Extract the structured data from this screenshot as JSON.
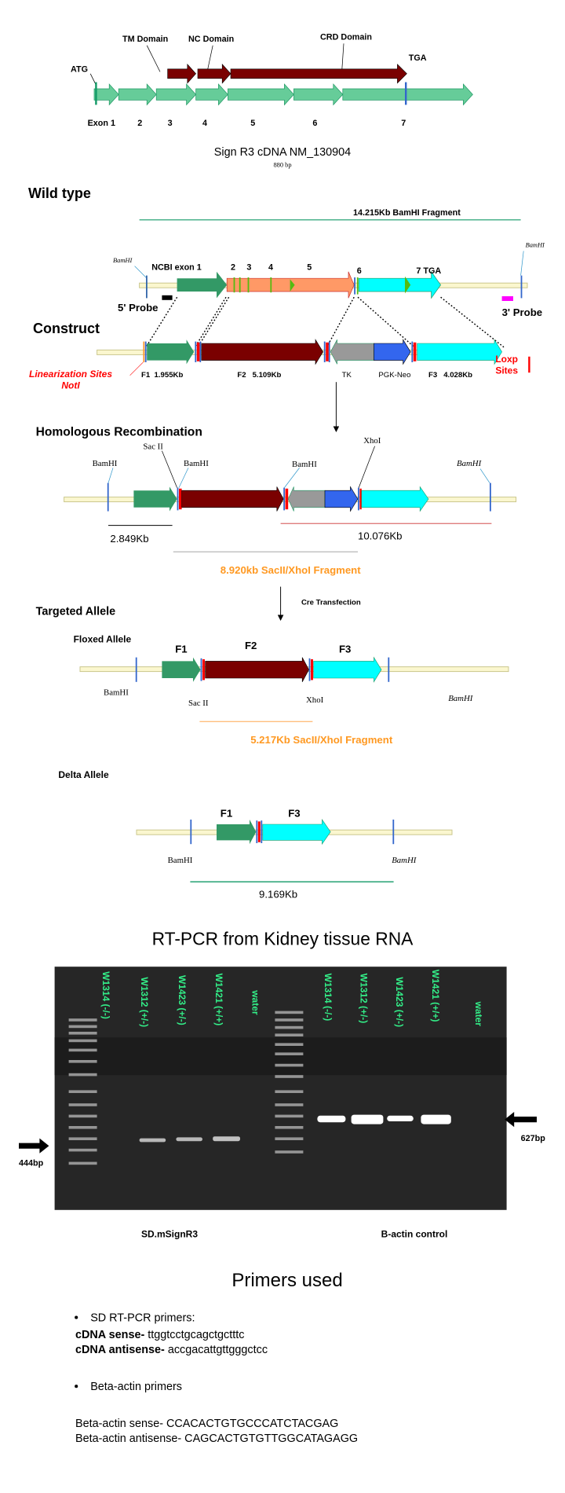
{
  "cdna": {
    "domains": [
      "TM Domain",
      "NC Domain",
      "CRD Domain"
    ],
    "atg": "ATG",
    "tga": "TGA",
    "exons": [
      "Exon 1",
      "2",
      "3",
      "4",
      "5",
      "6",
      "7"
    ],
    "title": "Sign R3 cDNA NM_130904",
    "length": "880 bp"
  },
  "wild_type": {
    "title": "Wild type",
    "fragment": "14.215Kb BamHI Fragment",
    "bamhi_left": "BamHI",
    "bamhi_right": "BamHI",
    "exon_labels": [
      "NCBI exon 1",
      "2",
      "3",
      "4",
      "5",
      "6",
      "7 TGA"
    ],
    "probe5": "5' Probe",
    "probe3": "3' Probe"
  },
  "construct": {
    "title": "Construct",
    "linearization": [
      "Linearization Sites",
      "NotI"
    ],
    "loxp": [
      "Loxp",
      "Sites"
    ],
    "f1": "F1  1.955Kb",
    "f2": "F2   5.109Kb",
    "tk": "TK",
    "neo": "PGK-Neo",
    "f3": "F3   4.028Kb"
  },
  "homologous": {
    "title": "Homologous Recombination",
    "sites": [
      "BamHI",
      "Sac II",
      "BamHI",
      "BamHI",
      "XhoI",
      "BamHI"
    ],
    "left_len": "2.849Kb",
    "right_len": "10.076Kb",
    "fragment": "8.920kb SacII/XhoI Fragment"
  },
  "cre": "Cre Transfection",
  "targeted": {
    "title": "Targeted Allele",
    "floxed_title": "Floxed Allele",
    "f_labels": [
      "F1",
      "F2",
      "F3"
    ],
    "sites": [
      "BamHI",
      "Sac II",
      "XhoI",
      "BamHI"
    ],
    "fragment": "5.217Kb SacII/XhoI Fragment"
  },
  "delta": {
    "title": "Delta Allele",
    "f_labels": [
      "F1",
      "F3"
    ],
    "sites": [
      "BamHI",
      "BamHI"
    ],
    "length": "9.169Kb"
  },
  "gel": {
    "title": "RT-PCR from Kidney tissue RNA",
    "lanes_left": [
      "W1314 (-/-)",
      "W1312 (+/-)",
      "W1423 (+/-)",
      "W1421 (+/+)",
      "water"
    ],
    "lanes_right": [
      "W1314 (-/-)",
      "W1312 (+/-)",
      "W1423 (+/-)",
      "W1421 (+/+)",
      "water"
    ],
    "marker_left": "444bp",
    "marker_right": "627bp",
    "label_left": "SD.mSignR3",
    "label_right": "B-actin control"
  },
  "primers": {
    "title": "Primers used",
    "sd_heading": "SD RT-PCR primers:",
    "sense_label": "cDNA sense-",
    "sense_seq": "ttggtcctgcagctgctttc",
    "antisense_label": "cDNA antisense-",
    "antisense_seq": "accgacattgttgggctcc",
    "actin_heading": "Beta-actin primers",
    "actin_sense": "Beta-actin sense- CCACACTGTGCCCATCTACGAG",
    "actin_antisense": "Beta-actin antisense- CAGCACTGTGTTGGCATAGAGG"
  },
  "colors": {
    "exon_green": "#66cc99",
    "domain_red": "#7a0000",
    "salmon": "#ff9966",
    "cyan": "#00ffff",
    "dark_green": "#339966",
    "orange_text": "#ff9922",
    "red_text": "#ff0000",
    "gel_label": "#33ee88"
  }
}
